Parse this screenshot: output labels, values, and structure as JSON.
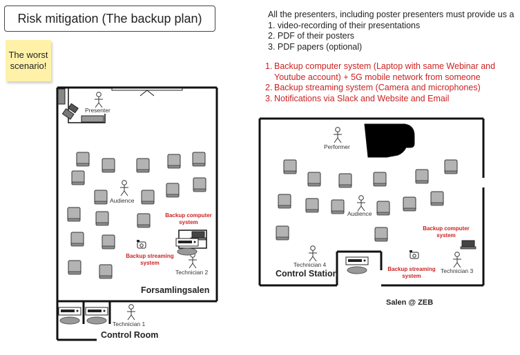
{
  "title": "Risk mitigation (The backup plan)",
  "sticky_note": "The worst scenario!",
  "requirements": {
    "intro": "All the presenters, including poster presenters must provide us a",
    "items": [
      "1. video-recording of their presentations",
      "2. PDF of their posters",
      "3. PDF papers (optional)"
    ]
  },
  "backup_plan": [
    {
      "num": "1.",
      "lines": [
        "Backup computer system (Laptop with same Webinar and",
        "Youtube account) + 5G mobile network from someone"
      ]
    },
    {
      "num": "2.",
      "lines": [
        "Backup streaming system (Camera and microphones)"
      ]
    },
    {
      "num": "3.",
      "lines": [
        "Notifications via Slack and Website and Email"
      ]
    }
  ],
  "left_room": {
    "name": "Forsamlingsalen",
    "presenter": "Presenter",
    "audience": "Audience",
    "backup_computer": "Backup computer system",
    "backup_streaming": "Backup streaming system",
    "technician_2": "Technician 2",
    "technician_1": "Technician 1",
    "control_room": "Control Room"
  },
  "right_room": {
    "name": "Salen @ ZEB",
    "performer": "Performer",
    "audience": "Audience",
    "backup_computer": "Backup computer system",
    "backup_streaming": "Backup streaming system",
    "technician_4": "Technician 4",
    "technician_3": "Technician 3",
    "control_station": "Control Station"
  },
  "colors": {
    "accent_red": "#cc2222",
    "sticky": "#fff2a8",
    "chair": "#b3b3b3"
  }
}
